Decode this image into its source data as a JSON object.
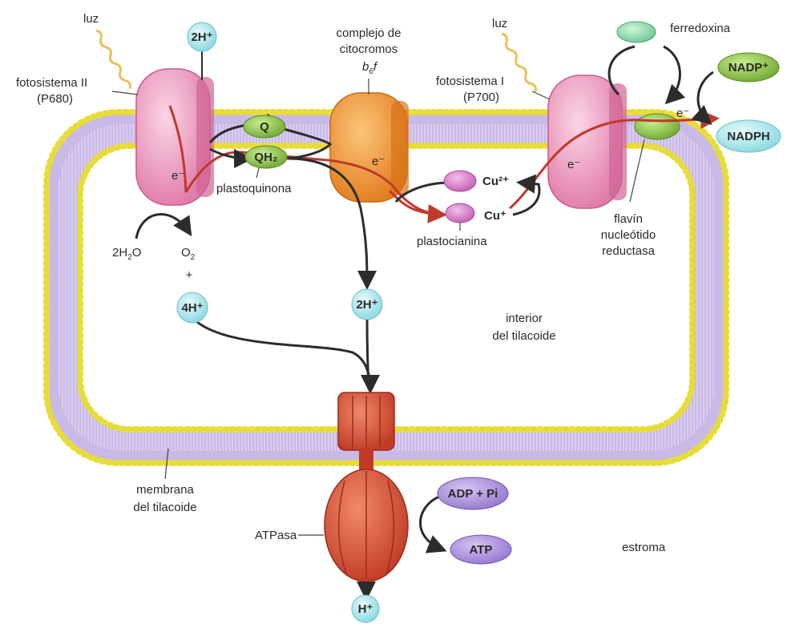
{
  "labels": {
    "luz_left": "luz",
    "luz_right": "luz",
    "ps2_line1": "fotosistema II",
    "ps2_line2": "(P680)",
    "ps1_line1": "fotosistema I",
    "ps1_line2": "(P700)",
    "cyt_line1": "complejo de",
    "cyt_line2": "citocromos",
    "cyt_line3": "b",
    "cyt_sub": "6",
    "cyt_line3b": "f",
    "ferredoxina": "ferredoxina",
    "plastoquinona": "plastoquinona",
    "plastocianina": "plastocianina",
    "flavin1": "flavín",
    "flavin2": "nucleótido",
    "flavin3": "reductasa",
    "interior1": "interior",
    "interior2": "del tilacoide",
    "membrana1": "membrana",
    "membrana2": "del tilacoide",
    "atpasa": "ATPasa",
    "estroma": "estroma",
    "h2o_a": "2H",
    "h2o_sub": "2",
    "h2o_b": "O",
    "o2_a": "O",
    "o2_sub": "2",
    "plus": "+",
    "electron1": "e⁻",
    "electron2": "e⁻",
    "electron3": "e⁻",
    "electron4": "e⁻"
  },
  "bubbles": {
    "h2_top": "2H⁺",
    "h4": "4H⁺",
    "h2_mid": "2H⁺",
    "h_bottom": "H⁺",
    "q": "Q",
    "qh2": "QH₂",
    "cu2": "Cu²⁺",
    "cu1": "Cu⁺",
    "nadp": "NADP⁺",
    "nadph": "NADPH",
    "adp": "ADP + Pi",
    "atp": "ATP"
  },
  "colors": {
    "membrane_purple": "#b9a6dc",
    "lipid_head": "#f2e23a",
    "ps_pink": "#f09ac0",
    "cyt_orange": "#f39a3a",
    "atpase_red": "#d8503a",
    "q_green": "#8cc04a",
    "plastocyanin": "#d87ac4",
    "h_bubble": "#aee8ee",
    "adp_purple": "#a88ad8",
    "nadp_green": "#9ad88a",
    "nadph_blue": "#9adbe8",
    "ferredoxin": "#8ad8a8"
  }
}
